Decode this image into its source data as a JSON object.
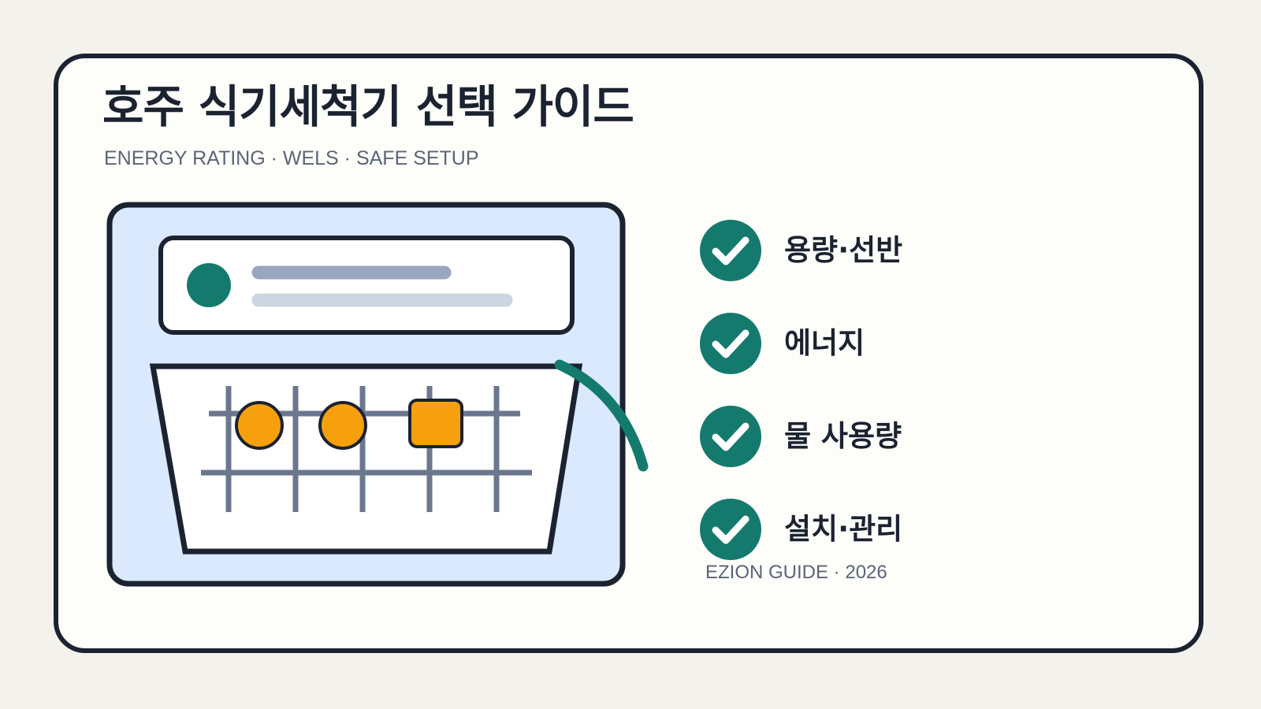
{
  "header": {
    "title": "호주 식기세척기 선택 가이드",
    "subtitle": "ENERGY RATING · WELS · SAFE SETUP"
  },
  "checklist": {
    "items": [
      {
        "label": "용량·선반",
        "icon": "check-icon"
      },
      {
        "label": "에너지",
        "icon": "check-icon"
      },
      {
        "label": "물 사용량",
        "icon": "check-icon"
      },
      {
        "label": "설치·관리",
        "icon": "check-icon"
      }
    ]
  },
  "footer": {
    "text": "EZION GUIDE · 2026"
  },
  "colors": {
    "background": "#f4f2ec",
    "card": "#fdfdf9",
    "outline": "#1b2230",
    "accent_teal": "#157a6e",
    "panel_blue": "#dae9fd",
    "dish_orange": "#f5a00c",
    "rack_gray": "#6b778e",
    "text_muted": "#5b6577"
  }
}
